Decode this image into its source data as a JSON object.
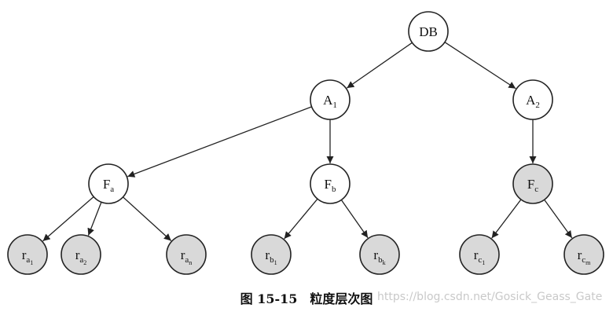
{
  "diagram": {
    "nodes": [
      {
        "id": "DB",
        "base": "DB",
        "sub": "",
        "subsub": "",
        "shaded": false
      },
      {
        "id": "A1",
        "base": "A",
        "sub": "1",
        "subsub": "",
        "shaded": false
      },
      {
        "id": "A2",
        "base": "A",
        "sub": "2",
        "subsub": "",
        "shaded": false
      },
      {
        "id": "Fa",
        "base": "F",
        "sub": "a",
        "subsub": "",
        "shaded": false
      },
      {
        "id": "Fb",
        "base": "F",
        "sub": "b",
        "subsub": "",
        "shaded": false
      },
      {
        "id": "Fc",
        "base": "F",
        "sub": "c",
        "subsub": "",
        "shaded": true
      },
      {
        "id": "ra1",
        "base": "r",
        "sub": "a",
        "subsub": "1",
        "shaded": true
      },
      {
        "id": "ra2",
        "base": "r",
        "sub": "a",
        "subsub": "2",
        "shaded": true
      },
      {
        "id": "ran",
        "base": "r",
        "sub": "a",
        "subsub": "n",
        "shaded": true
      },
      {
        "id": "rb1",
        "base": "r",
        "sub": "b",
        "subsub": "1",
        "shaded": true
      },
      {
        "id": "rbk",
        "base": "r",
        "sub": "b",
        "subsub": "k",
        "shaded": true
      },
      {
        "id": "rc1",
        "base": "r",
        "sub": "c",
        "subsub": "1",
        "shaded": true
      },
      {
        "id": "rcm",
        "base": "r",
        "sub": "c",
        "subsub": "m",
        "shaded": true
      }
    ],
    "edges": [
      [
        "DB",
        "A1"
      ],
      [
        "DB",
        "A2"
      ],
      [
        "A1",
        "Fa"
      ],
      [
        "A1",
        "Fb"
      ],
      [
        "A2",
        "Fc"
      ],
      [
        "Fa",
        "ra1"
      ],
      [
        "Fa",
        "ra2"
      ],
      [
        "Fa",
        "ran"
      ],
      [
        "Fb",
        "rb1"
      ],
      [
        "Fb",
        "rbk"
      ],
      [
        "Fc",
        "rc1"
      ],
      [
        "Fc",
        "rcm"
      ]
    ]
  },
  "caption": {
    "title": "图 15-15　粒度层次图"
  },
  "watermark": "https://blog.csdn.net/Gosick_Geass_Gate"
}
